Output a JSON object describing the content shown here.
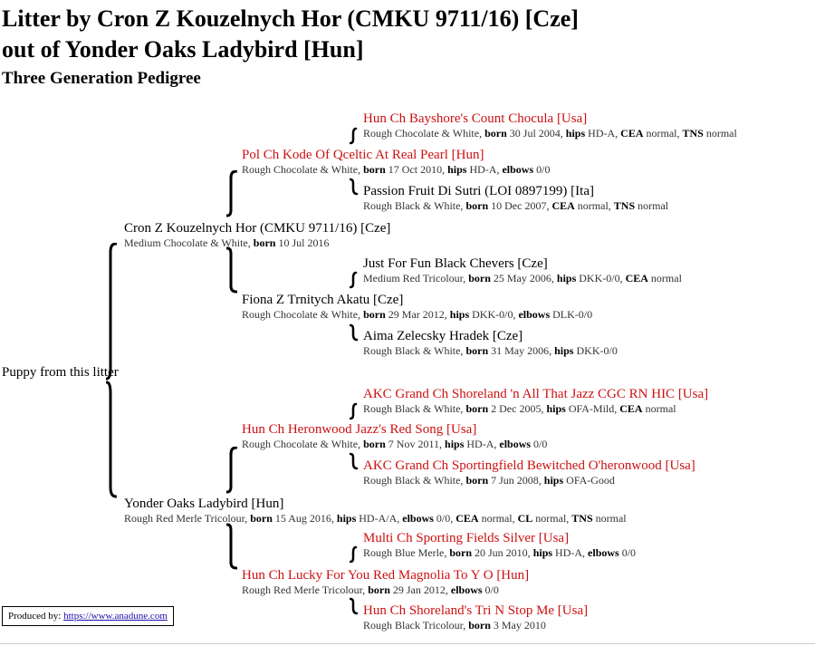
{
  "title": {
    "line1": "Litter by Cron Z Kouzelnych Hor (CMKU 9711/16) [Cze]",
    "line2": "out of Yonder Oaks Ladybird [Hun]",
    "subtitle": "Three Generation Pedigree"
  },
  "puppy": "Puppy from this litter",
  "labels": {
    "born": "born",
    "hips": "hips",
    "elbows": "elbows",
    "cea": "CEA",
    "tns": "TNS",
    "cl": "CL"
  },
  "colors": {
    "champion": "#cc1111",
    "text": "#000000",
    "detail": "#333333",
    "link": "#1a0dab"
  },
  "dogs": {
    "sire": {
      "name": "Cron Z Kouzelnych Hor (CMKU 9711/16) [Cze]",
      "coat": "Medium Chocolate & White, ",
      "born": " 10 Jul 2016"
    },
    "ss": {
      "name": "Pol Ch Kode Of Qceltic At Real Pearl [Hun]",
      "coat": "Rough Chocolate & White, ",
      "born": " 17 Oct 2010, ",
      "hips": " HD-A, ",
      "elbows": " 0/0"
    },
    "sss": {
      "name": "Hun Ch Bayshore's Count Chocula [Usa]",
      "coat": "Rough Chocolate & White, ",
      "born": " 30 Jul 2004, ",
      "hips": " HD-A, ",
      "cea": " normal, ",
      "tns": " normal"
    },
    "ssd": {
      "name": "Passion Fruit Di Sutri (LOI 0897199) [Ita]",
      "coat": "Rough Black & White, ",
      "born": " 10 Dec 2007, ",
      "cea": " normal, ",
      "tns": " normal"
    },
    "sd": {
      "name": "Fiona Z Trnitych Akatu [Cze]",
      "coat": "Rough Chocolate & White, ",
      "born": " 29 Mar 2012, ",
      "hips": " DKK-0/0, ",
      "elbows": " DLK-0/0"
    },
    "sds": {
      "name": "Just For Fun Black Chevers [Cze]",
      "coat": "Medium Red Tricolour, ",
      "born": " 25 May 2006, ",
      "hips": " DKK-0/0, ",
      "cea": " normal"
    },
    "sdd": {
      "name": "Aima Zelecsky Hradek [Cze]",
      "coat": "Rough Black & White, ",
      "born": " 31 May 2006, ",
      "hips": " DKK-0/0"
    },
    "dam": {
      "name": "Yonder Oaks Ladybird [Hun]",
      "coat": "Rough Red Merle Tricolour, ",
      "born": " 15 Aug 2016, ",
      "hips": " HD-A/A, ",
      "elbows": " 0/0, ",
      "cea": " normal, ",
      "cl": " normal, ",
      "tns": " normal"
    },
    "ds": {
      "name": "Hun Ch Heronwood Jazz's Red Song [Usa]",
      "coat": "Rough Chocolate & White, ",
      "born": " 7 Nov 2011, ",
      "hips": " HD-A, ",
      "elbows": " 0/0"
    },
    "dss": {
      "name": "AKC Grand Ch Shoreland 'n All That Jazz CGC RN HIC [Usa]",
      "coat": "Rough Black & White, ",
      "born": " 2 Dec 2005, ",
      "hips": " OFA-Mild, ",
      "cea": " normal"
    },
    "dsd": {
      "name": "AKC Grand Ch Sportingfield Bewitched O'heronwood [Usa]",
      "coat": "Rough Black & White, ",
      "born": " 7 Jun 2008, ",
      "hips": " OFA-Good"
    },
    "dd": {
      "name": "Hun Ch Lucky For You Red Magnolia To Y O [Hun]",
      "coat": "Rough Red Merle Tricolour, ",
      "born": " 29 Jan 2012, ",
      "elbows": " 0/0"
    },
    "dds": {
      "name": "Multi Ch Sporting Fields Silver [Usa]",
      "coat": "Rough Blue Merle, ",
      "born": " 20 Jun 2010, ",
      "hips": " HD-A, ",
      "elbows": " 0/0"
    },
    "ddd": {
      "name": "Hun Ch Shoreland's Tri N Stop Me [Usa]",
      "coat": "Rough Black Tricolour, ",
      "born": " 3 May 2010"
    }
  },
  "footer": {
    "label": "Produced by: ",
    "link": "https://www.anadune.com"
  }
}
